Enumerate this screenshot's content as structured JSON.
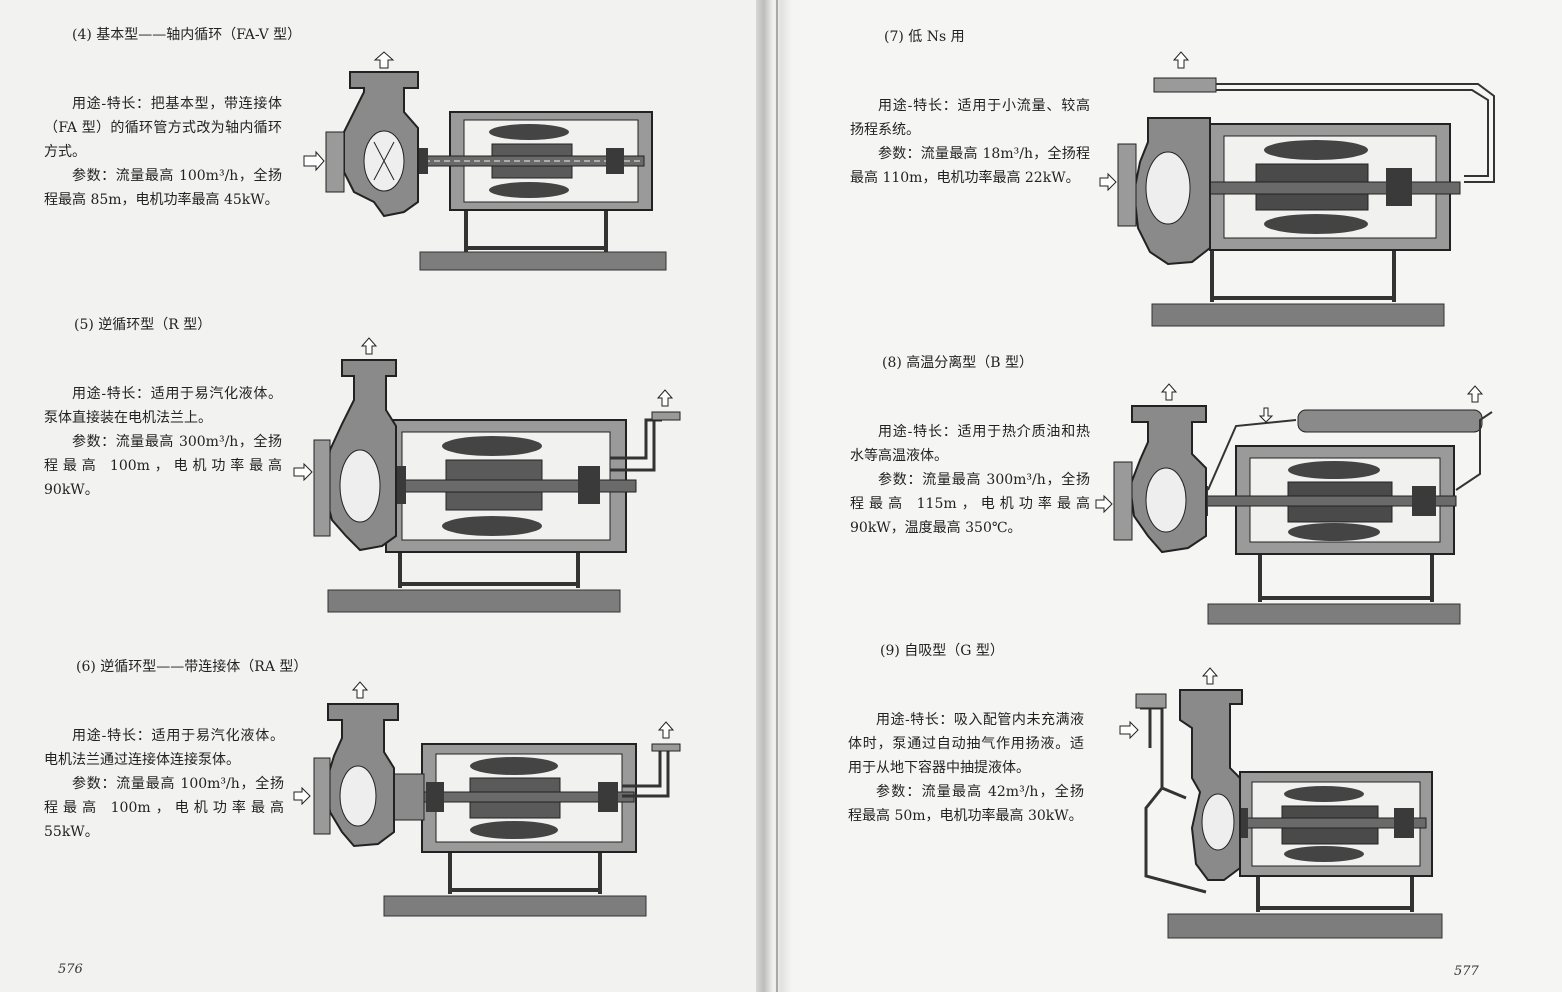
{
  "pages": [
    {
      "page_number": "576",
      "sections": [
        {
          "heading": "(4) 基本型——轴内循环（FA-V 型）",
          "paragraphs": [
            "用途-特长：把基本型，带连接体（FA 型）的循环管方式改为轴内循环方式。",
            "参数：流量最高 100m³/h，全扬程最高 85m，电机功率最高 45kW。"
          ]
        },
        {
          "heading": "(5) 逆循环型（R 型）",
          "paragraphs": [
            "用途-特长：适用于易汽化液体。泵体直接装在电机法兰上。",
            "参数：流量最高 300m³/h，全扬程最高 100m，电机功率最高 90kW。"
          ]
        },
        {
          "heading": "(6) 逆循环型——带连接体（RA 型）",
          "paragraphs": [
            "用途-特长：适用于易汽化液体。电机法兰通过连接体连接泵体。",
            "参数：流量最高 100m³/h，全扬程最高 100m，电机功率最高 55kW。"
          ]
        }
      ]
    },
    {
      "page_number": "577",
      "sections": [
        {
          "heading": "(7) 低 Ns 用",
          "paragraphs": [
            "用途-特长：适用于小流量、较高扬程系统。",
            "参数：流量最高 18m³/h，全扬程最高 110m，电机功率最高 22kW。"
          ]
        },
        {
          "heading": "(8) 高温分离型（B 型）",
          "paragraphs": [
            "用途-特长：适用于热介质油和热水等高温液体。",
            "参数：流量最高 300m³/h，全扬程最高 115m，电机功率最高 90kW，温度最高 350℃。"
          ]
        },
        {
          "heading": "(9) 自吸型（G 型）",
          "paragraphs": [
            "用途-特长：吸入配管内未充满液体时，泵通过自动抽气作用扬液。适用于从地下容器中抽提液体。",
            "参数：流量最高 42m³/h，全扬程最高 50m，电机功率最高 30kW。"
          ]
        }
      ]
    }
  ],
  "colors": {
    "paper": "#f3f3f1",
    "ink": "#222222",
    "casing_gray": "#8a8a8a",
    "rotor_dark": "#4a4a4a",
    "stator_light": "#d6d6d6",
    "base_plate": "#7d7d7d"
  },
  "icons": {
    "inlet_arrow": "right-arrow-outline",
    "outlet_arrow": "up-arrow-outline"
  }
}
